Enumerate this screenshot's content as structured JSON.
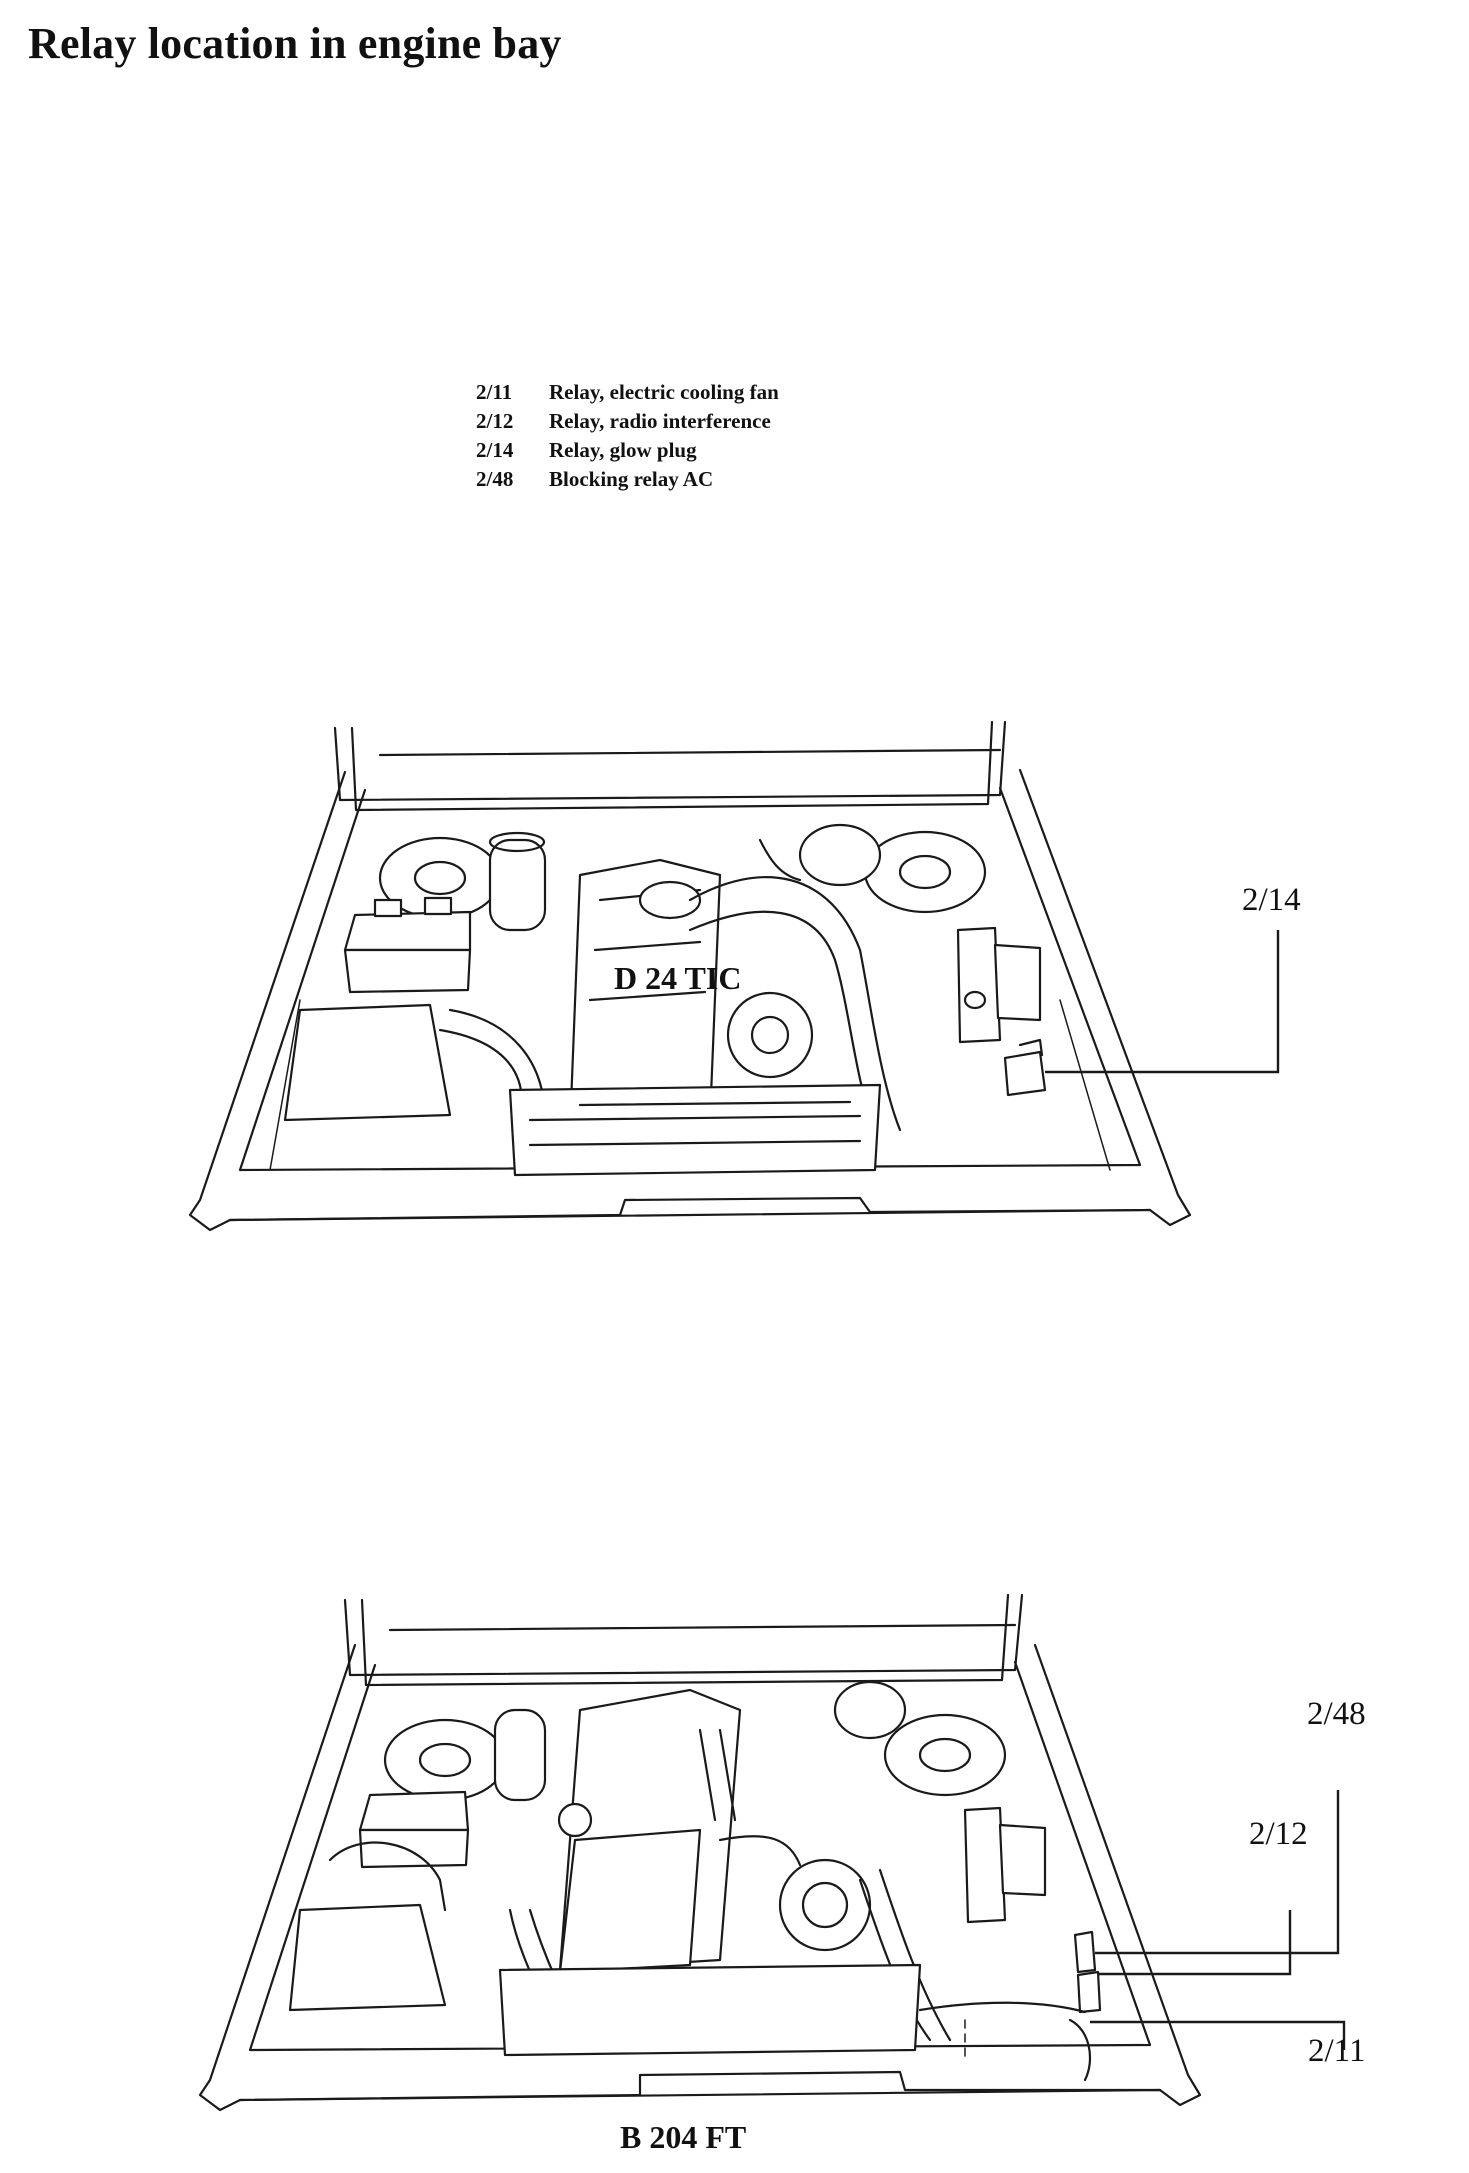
{
  "page": {
    "title": "Relay location in engine bay"
  },
  "legend": [
    {
      "code": "2/11",
      "label": "Relay, electric cooling fan"
    },
    {
      "code": "2/12",
      "label": "Relay, radio interference"
    },
    {
      "code": "2/14",
      "label": "Relay, glow plug"
    },
    {
      "code": "2/48",
      "label": "Blocking relay AC"
    }
  ],
  "diagrams": [
    {
      "caption": "D 24 TIC",
      "callouts": [
        "2/14"
      ]
    },
    {
      "caption": "B 204 FT",
      "callouts": [
        "2/48",
        "2/12",
        "2/11"
      ]
    }
  ]
}
